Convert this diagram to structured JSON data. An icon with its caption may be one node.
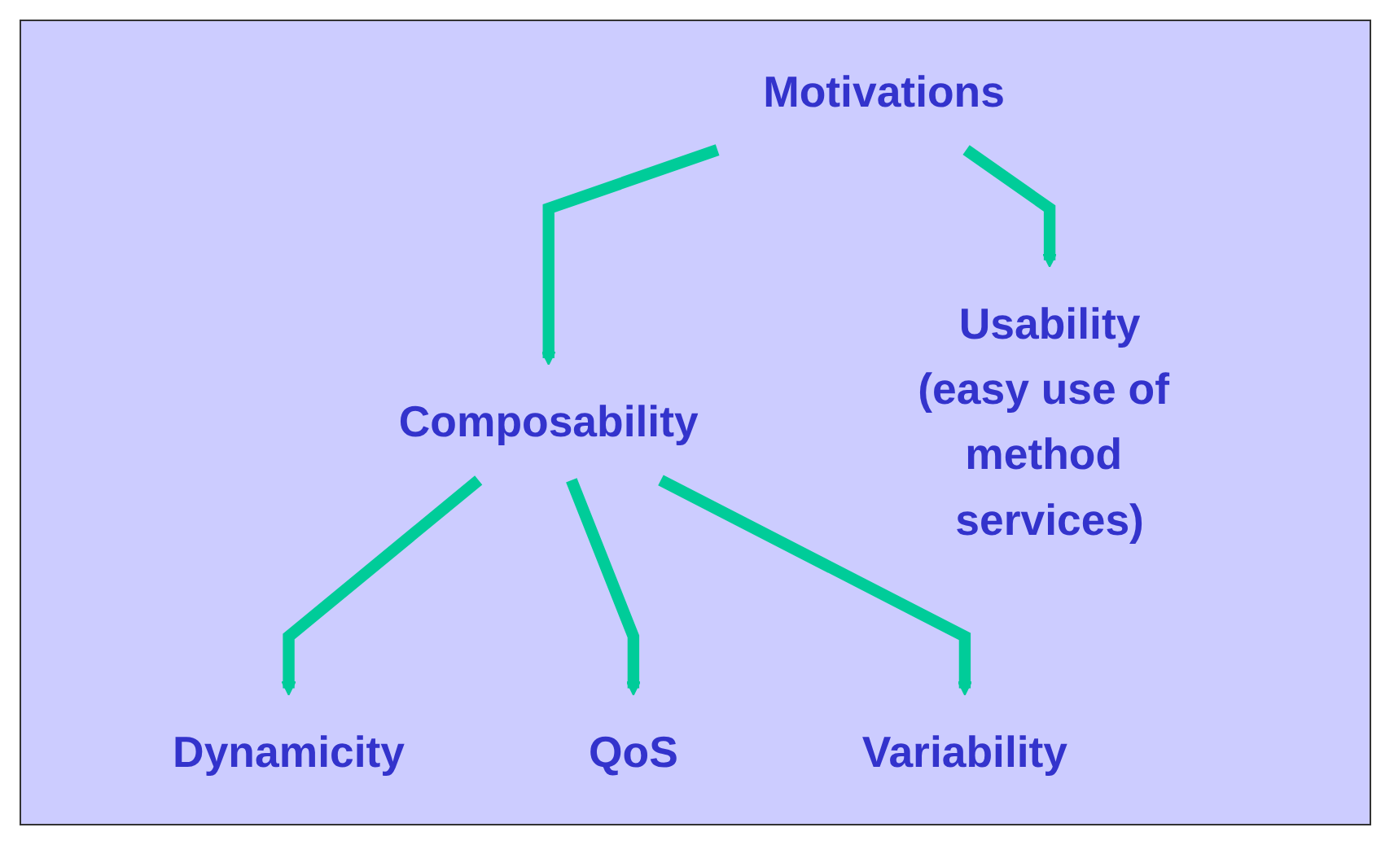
{
  "diagram": {
    "nodes": [
      {
        "text": [
          "Motivations"
        ]
      },
      {
        "text": [
          "Composability"
        ]
      },
      {
        "text": [
          "Usability",
          "(easy use of method services)"
        ]
      },
      {
        "text": [
          "Dynamicity"
        ]
      },
      {
        "text": [
          "QoS"
        ]
      },
      {
        "text": [
          "Variability"
        ]
      }
    ],
    "edges": [
      {
        "from": 0,
        "to": 1,
        "arrow": "to"
      },
      {
        "from": 0,
        "to": 2,
        "arrow": "to"
      },
      {
        "from": 1,
        "to": 3,
        "arrow": "to"
      },
      {
        "from": 1,
        "to": 4,
        "arrow": "to"
      },
      {
        "from": 1,
        "to": 5,
        "arrow": "to"
      }
    ]
  }
}
